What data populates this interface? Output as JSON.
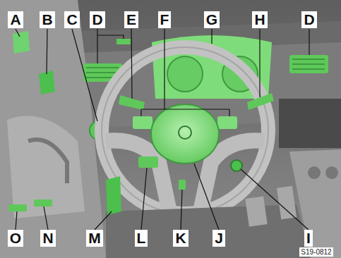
{
  "diagram": {
    "labels": [
      "A",
      "B",
      "C",
      "D",
      "E",
      "F",
      "G",
      "H",
      "D",
      "O",
      "N",
      "M",
      "L",
      "K",
      "J",
      "I",
      "S19-0812"
    ]
  }
}
